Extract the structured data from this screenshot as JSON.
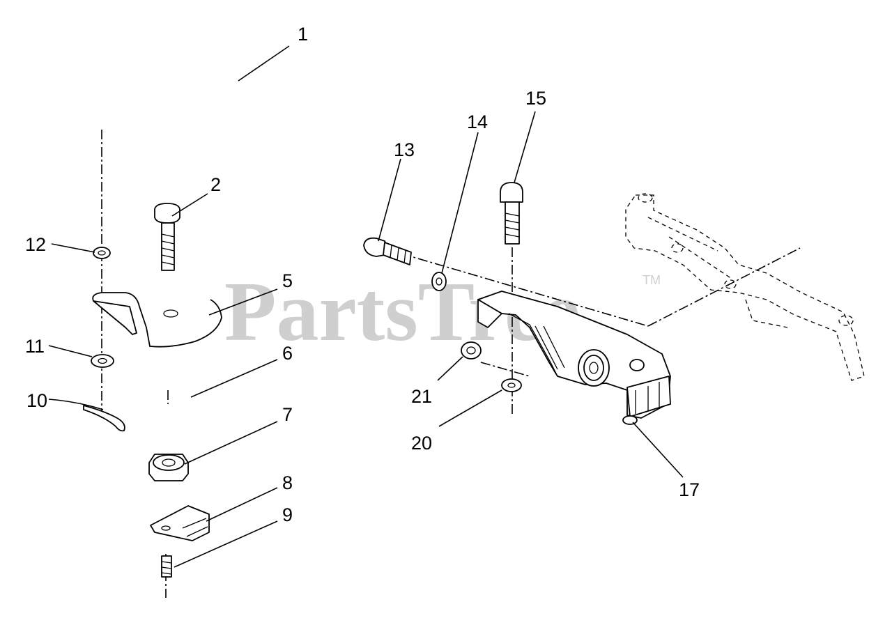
{
  "watermark": {
    "text": "PartsTree",
    "trademark": "TM"
  },
  "labels": [
    {
      "id": "1",
      "text": "1"
    },
    {
      "id": "2",
      "text": "2"
    },
    {
      "id": "5",
      "text": "5"
    },
    {
      "id": "6",
      "text": "6"
    },
    {
      "id": "7",
      "text": "7"
    },
    {
      "id": "8",
      "text": "8"
    },
    {
      "id": "9",
      "text": "9"
    },
    {
      "id": "10",
      "text": "10"
    },
    {
      "id": "11",
      "text": "11"
    },
    {
      "id": "12",
      "text": "12"
    },
    {
      "id": "13",
      "text": "13"
    },
    {
      "id": "14",
      "text": "14"
    },
    {
      "id": "15",
      "text": "15"
    },
    {
      "id": "17",
      "text": "17"
    },
    {
      "id": "20",
      "text": "20"
    },
    {
      "id": "21",
      "text": "21"
    }
  ]
}
